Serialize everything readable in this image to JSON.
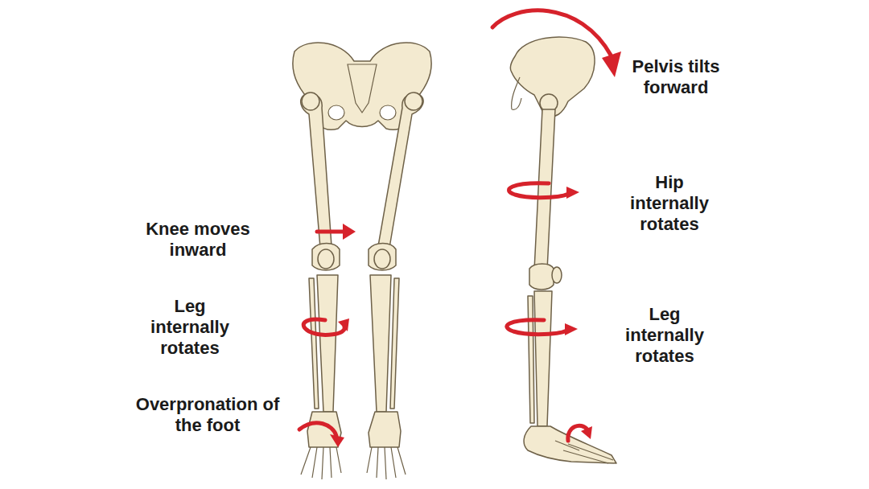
{
  "diagram": {
    "labels": [
      "Knee moves inward",
      "Leg internally rotates",
      "Overpronation of the foot",
      "Pelvis tilts forward",
      "Hip internally rotates",
      "Leg internally rotates"
    ]
  }
}
